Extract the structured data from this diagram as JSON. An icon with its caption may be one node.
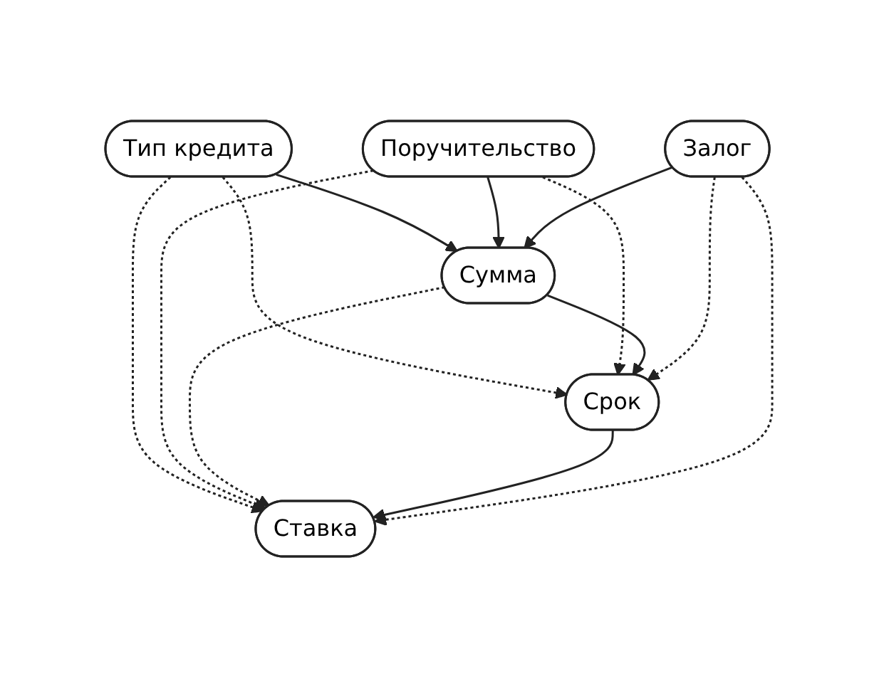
{
  "diagram": {
    "nodes": [
      {
        "text": [
          "Тип кредита"
        ]
      },
      {
        "text": [
          "Сумма"
        ]
      },
      {
        "text": [
          "Поручительство"
        ]
      },
      {
        "text": [
          "Ставка"
        ]
      },
      {
        "text": [
          "Срок"
        ]
      },
      {
        "text": [
          "Залог"
        ]
      }
    ],
    "edges": [
      {
        "from": 0,
        "to": 1,
        "arrow": "to"
      },
      {
        "from": 0,
        "to": 3,
        "arrow": "to",
        "style": "dashed"
      },
      {
        "from": 0,
        "to": 4,
        "arrow": "to",
        "style": "dashed"
      },
      {
        "from": 2,
        "to": 1,
        "arrow": "to"
      },
      {
        "from": 2,
        "to": 3,
        "arrow": "to",
        "style": "dashed"
      },
      {
        "from": 2,
        "to": 4,
        "arrow": "to",
        "style": "dashed"
      },
      {
        "from": 1,
        "to": 3,
        "arrow": "to",
        "style": "dashed"
      },
      {
        "from": 1,
        "to": 4,
        "arrow": "to"
      },
      {
        "from": 5,
        "to": 1,
        "arrow": "to"
      },
      {
        "from": 4,
        "to": 3,
        "arrow": "to"
      },
      {
        "from": 5,
        "to": 4,
        "arrow": "to",
        "style": "dashed"
      },
      {
        "from": 5,
        "to": 3,
        "arrow": "to",
        "style": "dashed"
      }
    ]
  }
}
